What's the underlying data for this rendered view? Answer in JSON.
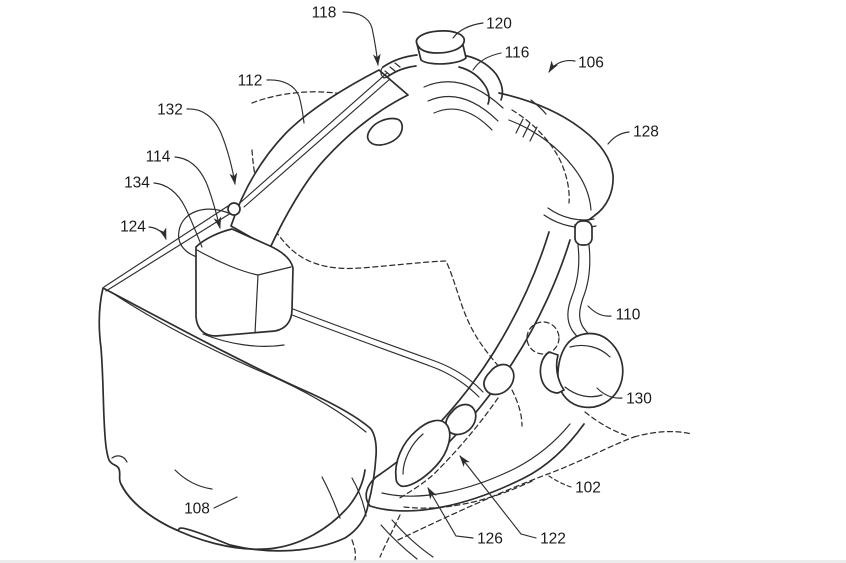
{
  "figure": {
    "description": "patent line drawing of head-mounted display",
    "background": "#ffffff",
    "line_color": "#2e2e2e",
    "label_color": "#1a1a1a",
    "labels": {
      "n102": "102",
      "n106": "106",
      "n108": "108",
      "n110": "110",
      "n112": "112",
      "n114": "114",
      "n116": "116",
      "n118": "118",
      "n120": "120",
      "n122": "122",
      "n124": "124",
      "n126": "126",
      "n128": "128",
      "n130": "130",
      "n132": "132",
      "n134": "134"
    }
  }
}
